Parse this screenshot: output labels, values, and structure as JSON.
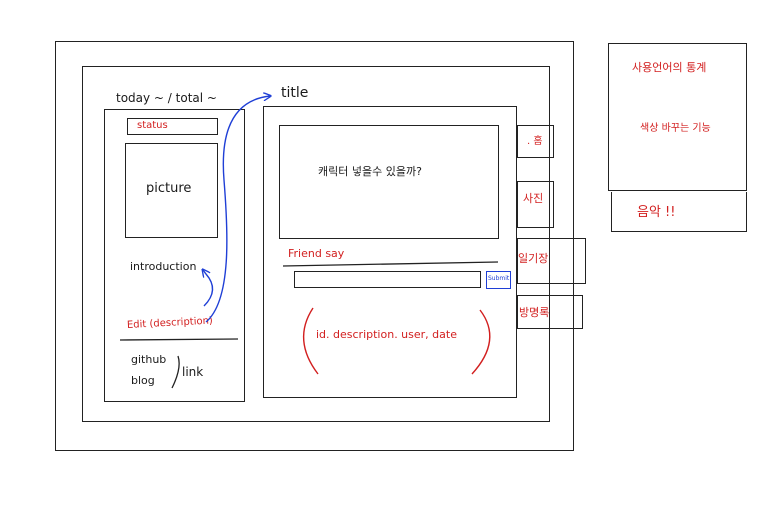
{
  "header": {
    "counter": "today ~ / total ~",
    "title": "title"
  },
  "profile": {
    "status": "status",
    "picture": "picture",
    "introduction": "introduction",
    "edit": "Edit (description)",
    "github": "github",
    "blog": "blog",
    "link": "link"
  },
  "main": {
    "content_text": "캐릭터 넣을수 있을까?",
    "friend_say": "Friend say",
    "submit_label": "Submit",
    "comment_fields": "id. description. user, date"
  },
  "tabs": [
    {
      "label": ". 홈"
    },
    {
      "label": "사진"
    },
    {
      "label": "일기장"
    },
    {
      "label": "방명록"
    }
  ],
  "side": {
    "stats": "사용언어의 통계",
    "color_change": "색상 바꾸는 기능",
    "music": "음악 !!"
  },
  "colors": {
    "ink": "#222222",
    "red": "#d21f1f",
    "blue": "#1f3fd6"
  }
}
